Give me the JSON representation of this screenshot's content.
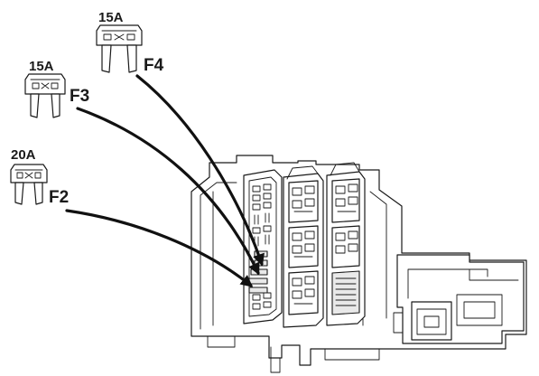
{
  "fuses": [
    {
      "id": "F4",
      "rating": "15A"
    },
    {
      "id": "F3",
      "rating": "15A"
    },
    {
      "id": "F2",
      "rating": "20A"
    }
  ]
}
